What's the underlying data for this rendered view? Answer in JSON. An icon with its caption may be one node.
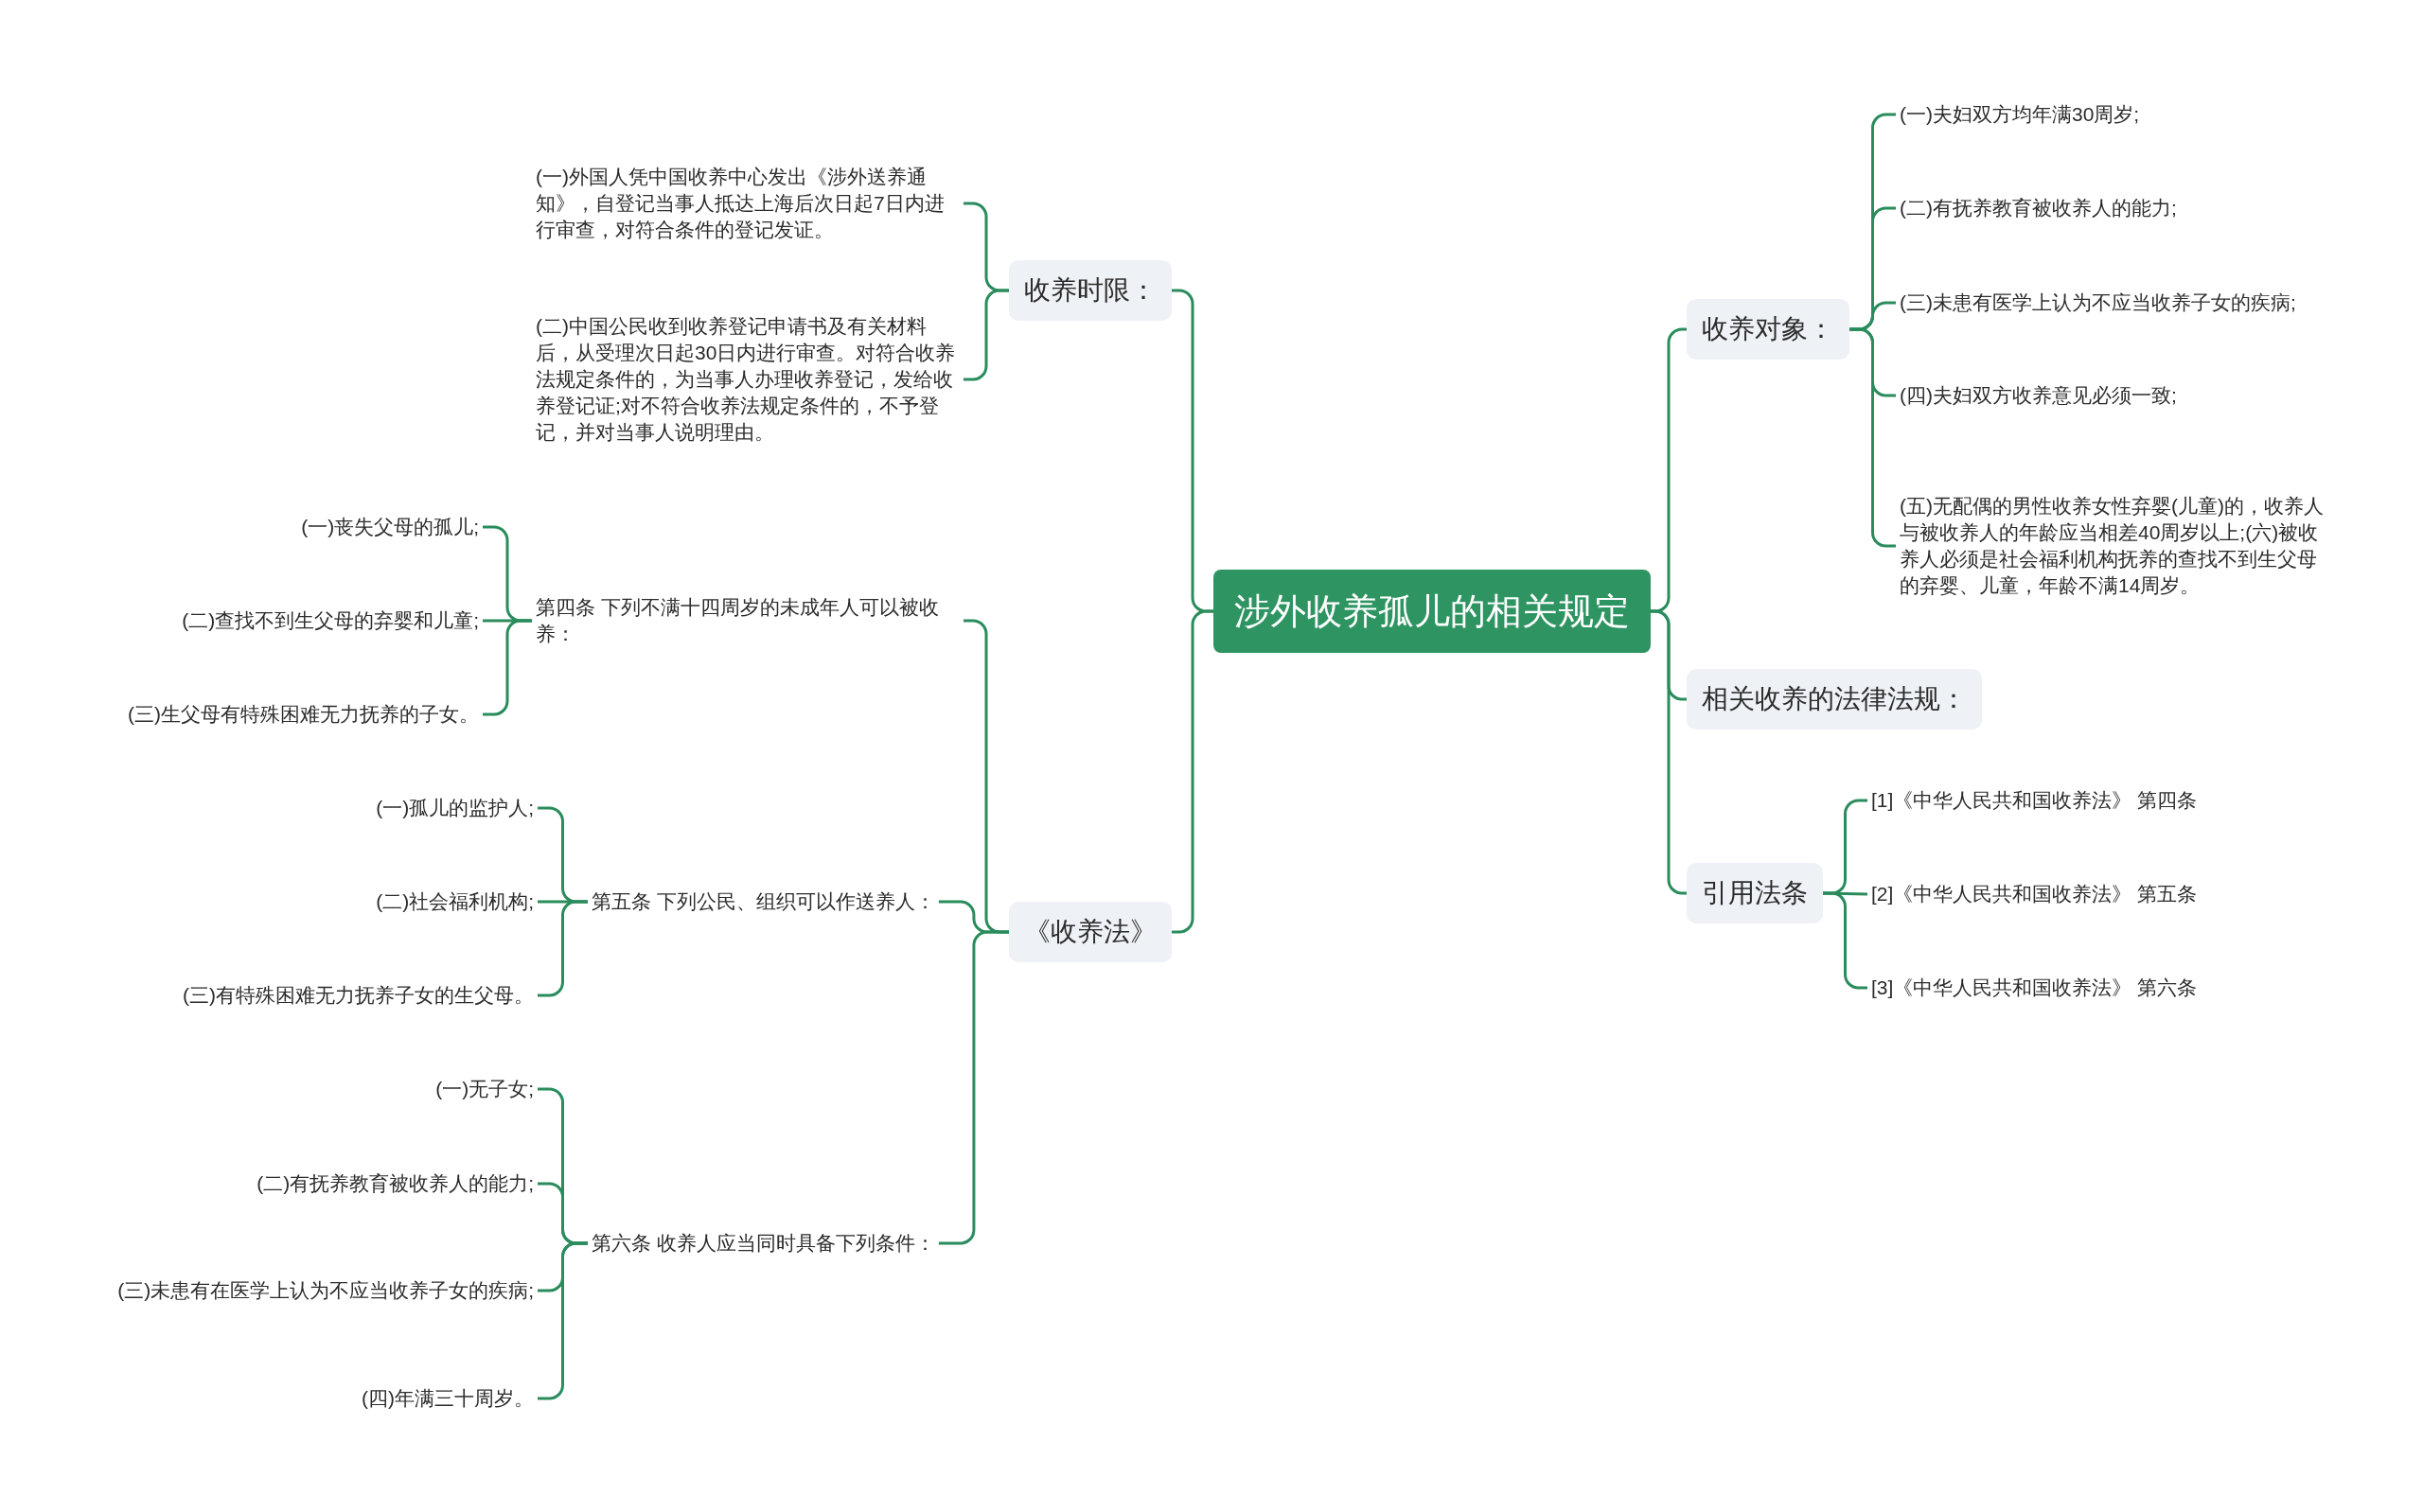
{
  "diagram": {
    "nodes": [
      {
        "text": [
          "涉外收养孤儿的相关规定"
        ]
      },
      {
        "text": [
          "收养时限："
        ]
      },
      {
        "text": [
          "(一)外国人凭中国收养中心发出《涉外送养通知》，自登记当事人抵达上海后次日起7日内进行审查，对符合条件的登记发证。"
        ]
      },
      {
        "text": [
          "(二)中国公民收到收养登记申请书及有关材料后，从受理次日起30日内进行审查。对符合收养法规定条件的，为当事人办理收养登记，发给收养登记证;对不符合收养法规定条件的，不予登记，并对当事人说明理由。"
        ]
      },
      {
        "text": [
          "《收养法》"
        ]
      },
      {
        "text": [
          "第四条 下列不满十四周岁的未成年人可以被收养："
        ]
      },
      {
        "text": [
          "(一)丧失父母的孤儿;"
        ]
      },
      {
        "text": [
          "(二)查找不到生父母的弃婴和儿童;"
        ]
      },
      {
        "text": [
          "(三)生父母有特殊困难无力抚养的子女。"
        ]
      },
      {
        "text": [
          "第五条 下列公民、组织可以作送养人："
        ]
      },
      {
        "text": [
          "(一)孤儿的监护人;"
        ]
      },
      {
        "text": [
          "(二)社会福利机构;"
        ]
      },
      {
        "text": [
          "(三)有特殊困难无力抚养子女的生父母。"
        ]
      },
      {
        "text": [
          "第六条 收养人应当同时具备下列条件："
        ]
      },
      {
        "text": [
          "(一)无子女;"
        ]
      },
      {
        "text": [
          "(二)有抚养教育被收养人的能力;"
        ]
      },
      {
        "text": [
          "(三)未患有在医学上认为不应当收养子女的疾病;"
        ]
      },
      {
        "text": [
          "(四)年满三十周岁。"
        ]
      },
      {
        "text": [
          "收养对象："
        ]
      },
      {
        "text": [
          "(一)夫妇双方均年满30周岁;"
        ]
      },
      {
        "text": [
          "(二)有抚养教育被收养人的能力;"
        ]
      },
      {
        "text": [
          "(三)未患有医学上认为不应当收养子女的疾病;"
        ]
      },
      {
        "text": [
          "(四)夫妇双方收养意见必须一致;"
        ]
      },
      {
        "text": [
          "(五)无配偶的男性收养女性弃婴(儿童)的，收养人与被收养人的年龄应当相差40周岁以上;(六)被收养人必须是社会福利机构抚养的查找不到生父母的弃婴、儿童，年龄不满14周岁。"
        ]
      },
      {
        "text": [
          "相关收养的法律法规："
        ]
      },
      {
        "text": [
          "引用法条"
        ]
      },
      {
        "text": [
          "[1]《中华人民共和国收养法》 第四条"
        ]
      },
      {
        "text": [
          "[2]《中华人民共和国收养法》 第五条"
        ]
      },
      {
        "text": [
          "[3]《中华人民共和国收养法》 第六条"
        ]
      }
    ],
    "edges": [
      {
        "from": 0,
        "to": 1,
        "arrow": "none"
      },
      {
        "from": 1,
        "to": 2,
        "arrow": "none"
      },
      {
        "from": 1,
        "to": 3,
        "arrow": "none"
      },
      {
        "from": 0,
        "to": 4,
        "arrow": "none"
      },
      {
        "from": 4,
        "to": 5,
        "arrow": "none"
      },
      {
        "from": 5,
        "to": 6,
        "arrow": "none"
      },
      {
        "from": 5,
        "to": 7,
        "arrow": "none"
      },
      {
        "from": 5,
        "to": 8,
        "arrow": "none"
      },
      {
        "from": 4,
        "to": 9,
        "arrow": "none"
      },
      {
        "from": 9,
        "to": 10,
        "arrow": "none"
      },
      {
        "from": 9,
        "to": 11,
        "arrow": "none"
      },
      {
        "from": 9,
        "to": 12,
        "arrow": "none"
      },
      {
        "from": 4,
        "to": 13,
        "arrow": "none"
      },
      {
        "from": 13,
        "to": 14,
        "arrow": "none"
      },
      {
        "from": 13,
        "to": 15,
        "arrow": "none"
      },
      {
        "from": 13,
        "to": 16,
        "arrow": "none"
      },
      {
        "from": 13,
        "to": 17,
        "arrow": "none"
      },
      {
        "from": 0,
        "to": 18,
        "arrow": "none"
      },
      {
        "from": 18,
        "to": 19,
        "arrow": "none"
      },
      {
        "from": 18,
        "to": 20,
        "arrow": "none"
      },
      {
        "from": 18,
        "to": 21,
        "arrow": "none"
      },
      {
        "from": 18,
        "to": 22,
        "arrow": "none"
      },
      {
        "from": 18,
        "to": 23,
        "arrow": "none"
      },
      {
        "from": 0,
        "to": 24,
        "arrow": "none"
      },
      {
        "from": 0,
        "to": 25,
        "arrow": "none"
      },
      {
        "from": 25,
        "to": 26,
        "arrow": "none"
      },
      {
        "from": 25,
        "to": 27,
        "arrow": "none"
      },
      {
        "from": 25,
        "to": 28,
        "arrow": "none"
      }
    ]
  }
}
